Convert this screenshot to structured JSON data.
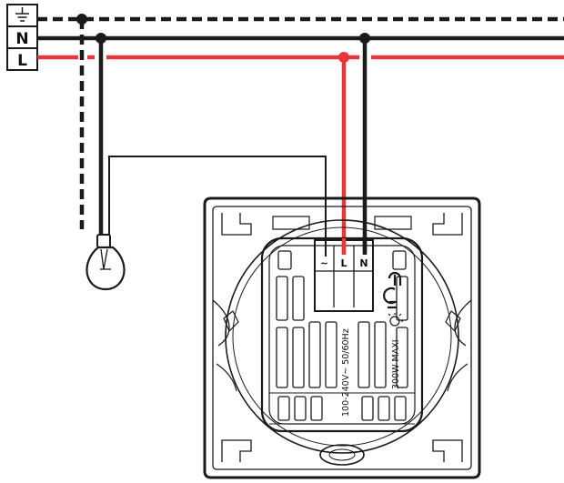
{
  "line_labels": {
    "earth": "",
    "neutral": "N",
    "live": "L"
  },
  "terminals": {
    "load": "~",
    "live": "L",
    "neutral": "N"
  },
  "specs": {
    "voltage": "100-240V~  50/60Hz",
    "power": "300W MAXI"
  },
  "colors": {
    "live_wire": "#e8363a",
    "neutral_wire": "#1a1a1a",
    "earth_wire": "#1a1a1a",
    "outline": "#1a1a1a",
    "background": "#ffffff"
  },
  "icons": [
    "earth-icon",
    "lamp-icon",
    "ce-mark-icon",
    "lamp-symbol-icon"
  ]
}
